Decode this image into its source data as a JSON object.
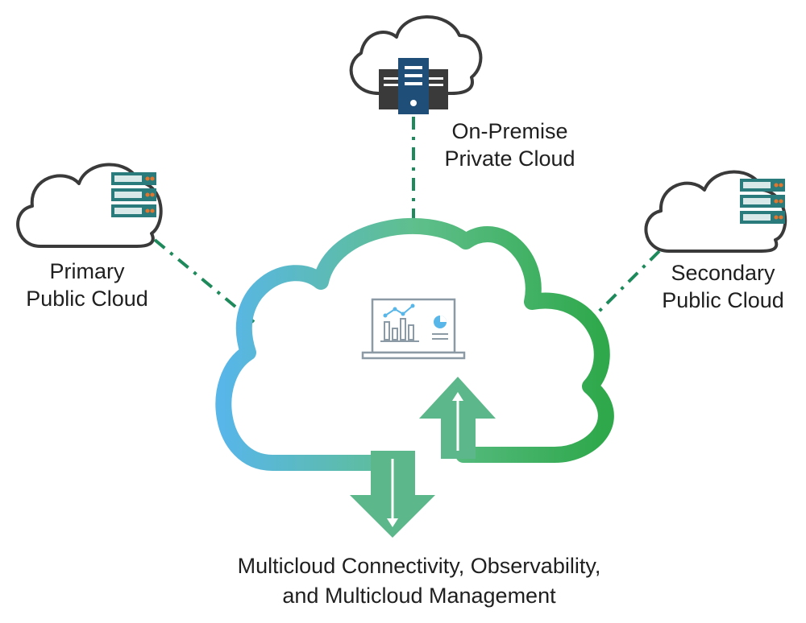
{
  "nodes": {
    "on_premise": {
      "line1": "On-Premise",
      "line2": "Private Cloud"
    },
    "primary": {
      "line1": "Primary",
      "line2": "Public Cloud"
    },
    "secondary": {
      "line1": "Secondary",
      "line2": "Public Cloud"
    }
  },
  "central": {
    "caption_line1": "Multicloud Connectivity, Observability,",
    "caption_line2": "and Multicloud Management"
  },
  "colors": {
    "connector": "#1e8a5c",
    "cloud_outline": "#3a3a3a",
    "server_blue": "#1f4e79",
    "server_teal": "#2a7c7c",
    "server_light": "#d9e8e8",
    "server_orange": "#e8742a",
    "gradient_start": "#58b6e8",
    "gradient_mid": "#5fbf8c",
    "gradient_end": "#2ea84a",
    "arrow_fill": "#5cb88a",
    "laptop_gray": "#8c9aa5"
  }
}
